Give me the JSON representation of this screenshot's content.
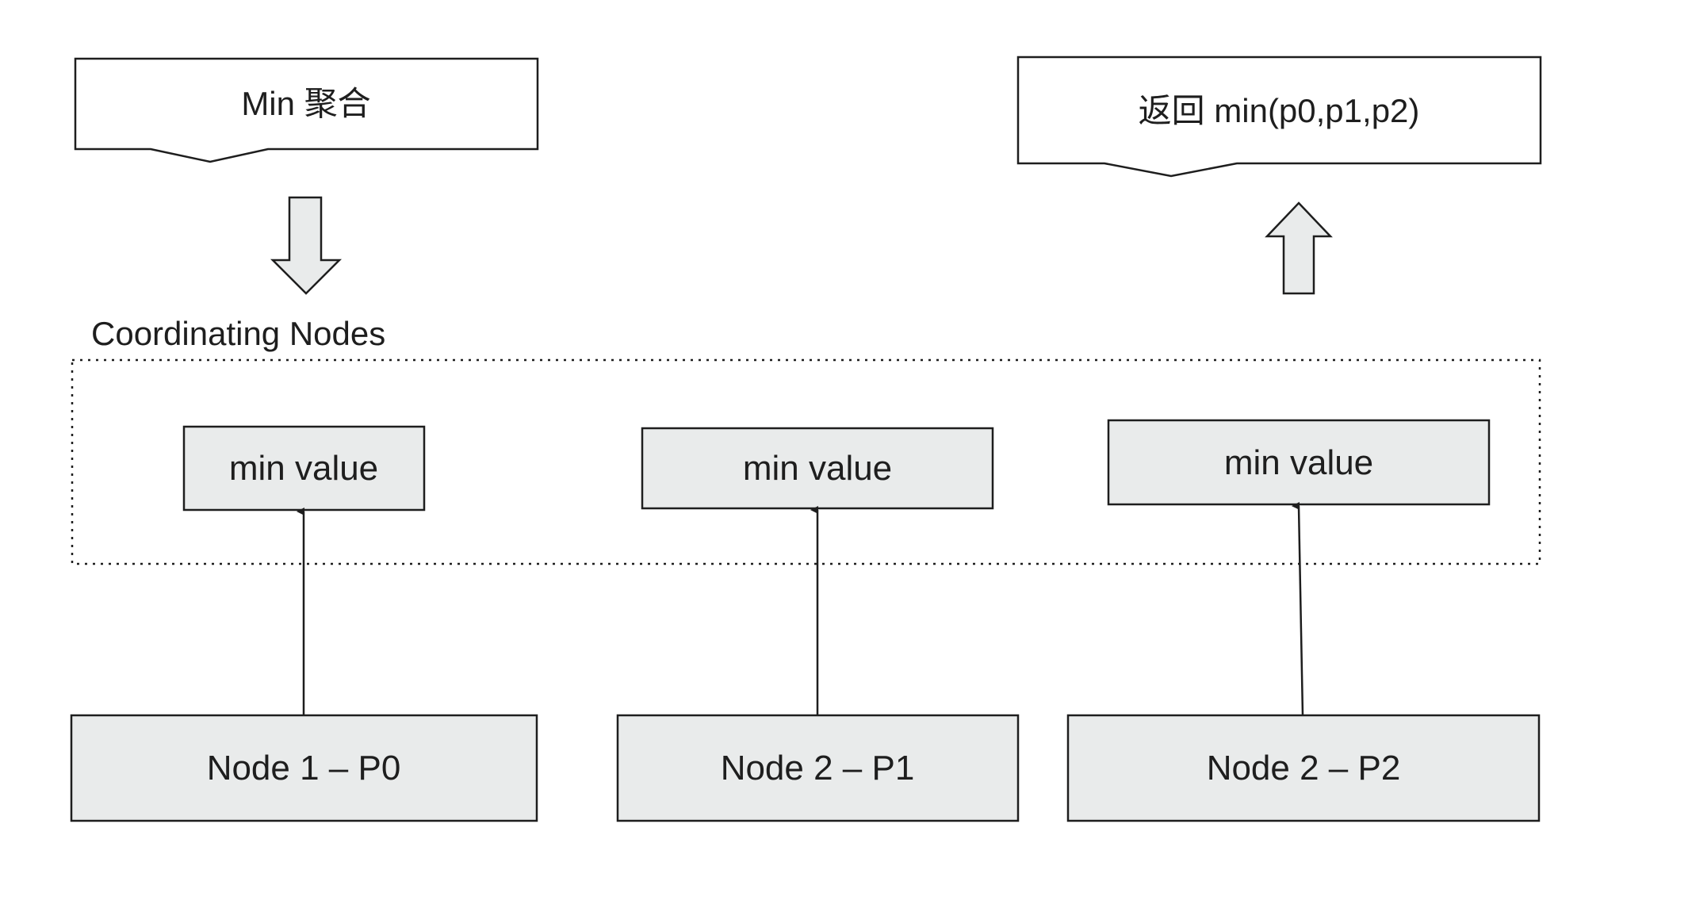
{
  "callouts": {
    "aggregation": "Min 聚合",
    "result": "返回 min(p0,p1,p2)"
  },
  "coordinating_region": {
    "label": "Coordinating Nodes"
  },
  "min_boxes": [
    {
      "label": "min value"
    },
    {
      "label": "min value"
    },
    {
      "label": "min value"
    }
  ],
  "data_nodes": [
    {
      "label": "Node 1 – P0"
    },
    {
      "label": "Node 2 – P1"
    },
    {
      "label": "Node 2 – P2"
    }
  ],
  "colors": {
    "box_fill": "#e9ebeb",
    "stroke": "#1e1e1e",
    "background": "#ffffff"
  }
}
